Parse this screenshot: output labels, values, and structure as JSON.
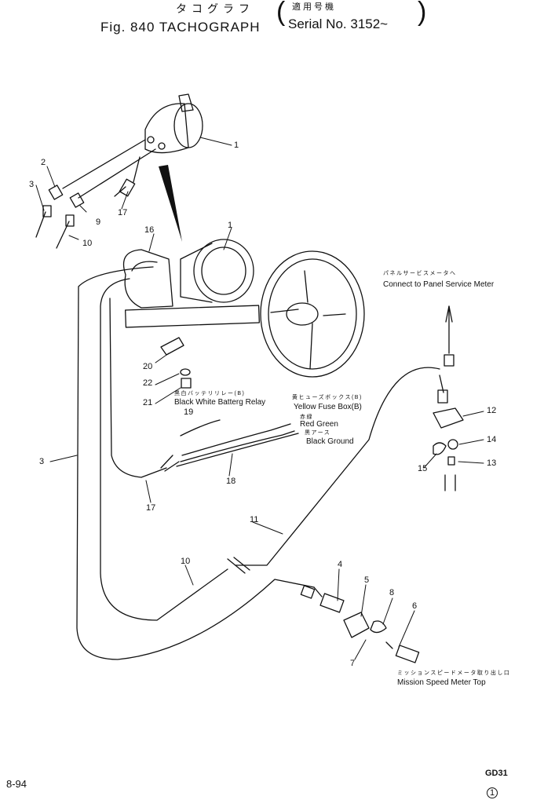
{
  "header": {
    "title_jp": "タコグラフ",
    "serial_jp": "適用号機",
    "fig_label": "Fig. 840 TACHOGRAPH",
    "serial_label": "Serial No. 3152~"
  },
  "callouts": [
    {
      "jp": "パネルサービスメータへ",
      "en": "Connect to Panel Service Meter"
    },
    {
      "jp": "黒白バッテリリレー(B)",
      "en": "Black White Batterg Relay"
    },
    {
      "jp": "黄ヒューズボックス(B)",
      "en": "Yellow Fuse Box(B)"
    },
    {
      "jp": "赤緑",
      "en": "Red Green"
    },
    {
      "jp": "黒アース",
      "en": "Black Ground"
    },
    {
      "jp": "ミッションスピードメータ取り出し口",
      "en": "Mission Speed Meter Top"
    }
  ],
  "part_numbers": [
    "1",
    "1",
    "2",
    "3",
    "9",
    "10",
    "17",
    "16",
    "20",
    "22",
    "21",
    "19",
    "18",
    "17",
    "3",
    "11",
    "10",
    "12",
    "14",
    "15",
    "13",
    "4",
    "5",
    "8",
    "6",
    "7"
  ],
  "footer": {
    "page": "8-94",
    "code": "GD31",
    "revision": "1"
  }
}
